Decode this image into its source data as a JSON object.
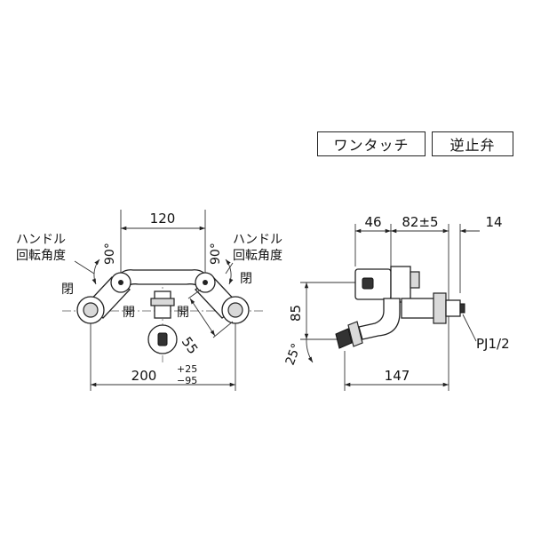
{
  "tags": {
    "onetouch": "ワンタッチ",
    "check_valve": "逆止弁"
  },
  "front_view": {
    "dim_top": "120",
    "dim_bottom": "200",
    "tol_plus": "+25",
    "tol_minus": "−95",
    "dim_diag": "55",
    "angle_left": "90°",
    "angle_right": "90°",
    "handle_label_l1": "ハンドル",
    "handle_label_l2": "回転角度",
    "handle_label_r1": "ハンドル",
    "handle_label_r2": "回転角度",
    "close_left": "閉",
    "open_left": "開",
    "open_right": "開",
    "close_right": "閉"
  },
  "side_view": {
    "dim_46": "46",
    "dim_82": "82±5",
    "dim_14": "14",
    "dim_85": "85",
    "angle_25": "25°",
    "dim_147": "147",
    "thread": "PJ1/2"
  }
}
